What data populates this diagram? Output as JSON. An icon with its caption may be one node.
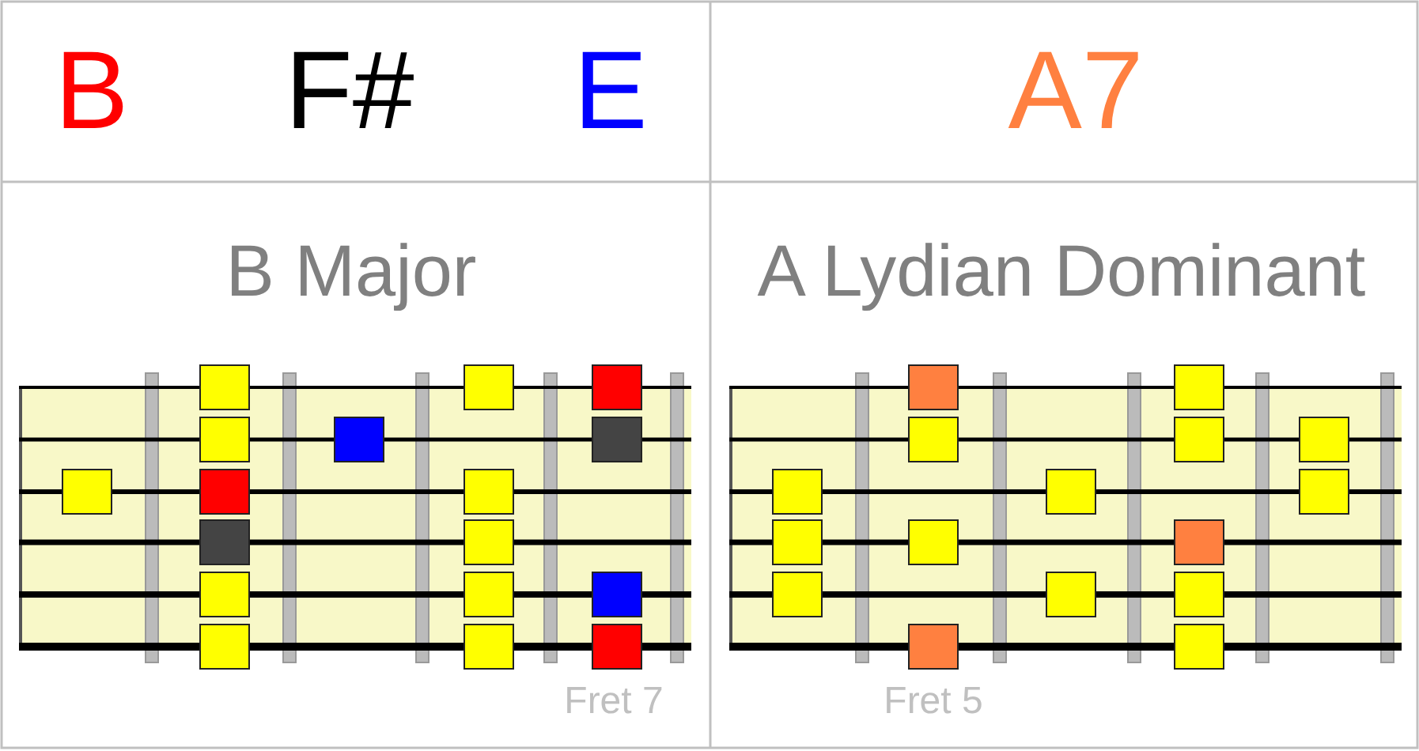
{
  "diagram": {
    "labels": [
      "B",
      "F#",
      "E",
      "A7",
      "B Major",
      "A Lydian Dominant",
      "Fret 7",
      "Fret 5"
    ]
  }
}
